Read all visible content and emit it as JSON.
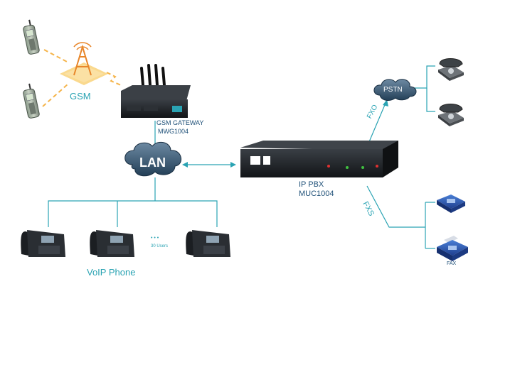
{
  "gsm": {
    "label": "GSM"
  },
  "gateway": {
    "line1": "GSM GATEWAY",
    "line2": "MWG1004"
  },
  "lan": {
    "label": "LAN"
  },
  "pbx": {
    "line1": "IP  PBX",
    "line2": "MUC1004"
  },
  "pstn": {
    "label": "PSTN"
  },
  "fxo": {
    "label": "FXO"
  },
  "fxs": {
    "label": "FXS"
  },
  "fax": {
    "label": "FAX"
  },
  "voip": {
    "label": "VoIP  Phone",
    "users": "30 Users",
    "dots": "• • •"
  },
  "colors": {
    "line": "#2aa3b3",
    "label": "#2aa3b3",
    "device_dark": "#1b1e22",
    "cloud": "#2b4a63"
  }
}
